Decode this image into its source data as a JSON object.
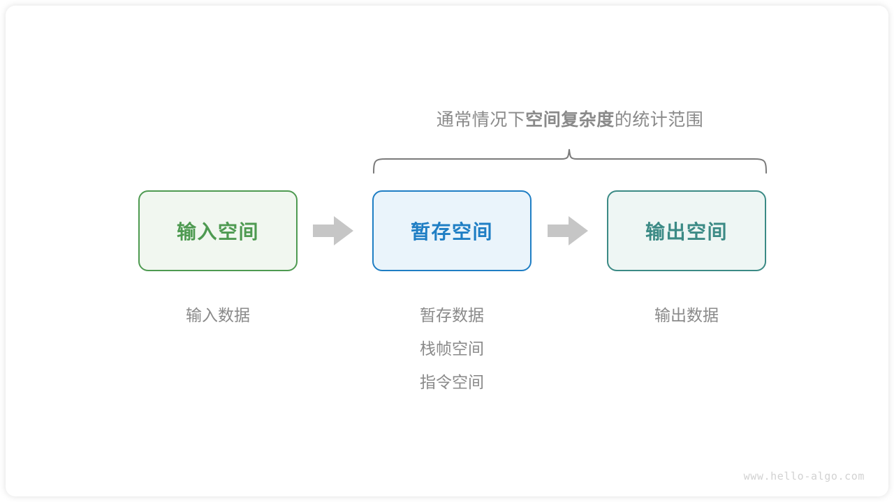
{
  "figure": {
    "brace_caption": {
      "prefix": "通常情况下",
      "emphasis": "空间复杂度",
      "suffix": "的统计范围"
    },
    "boxes": [
      {
        "label": "输入空间",
        "border_color": "#4e9a51",
        "fill_color": "#f1f7f0",
        "text_color": "#4e9a51"
      },
      {
        "label": "暂存空间",
        "border_color": "#1f7ec4",
        "fill_color": "#eaf4fb",
        "text_color": "#1f7ec4"
      },
      {
        "label": "输出空间",
        "border_color": "#3b8a85",
        "fill_color": "#eef6f4",
        "text_color": "#3b8a85"
      }
    ],
    "arrows": [
      {
        "name": "arrow-input-to-temp",
        "color": "#c6c6c6"
      },
      {
        "name": "arrow-temp-to-output",
        "color": "#c6c6c6"
      }
    ],
    "captions": {
      "input": [
        "输入数据"
      ],
      "temp": [
        "暂存数据",
        "栈帧空间",
        "指令空间"
      ],
      "output": [
        "输出数据"
      ]
    },
    "brace_color": "#7a7a7a",
    "caption_color": "#8a8a8a",
    "watermark": "www.hello-algo.com"
  }
}
